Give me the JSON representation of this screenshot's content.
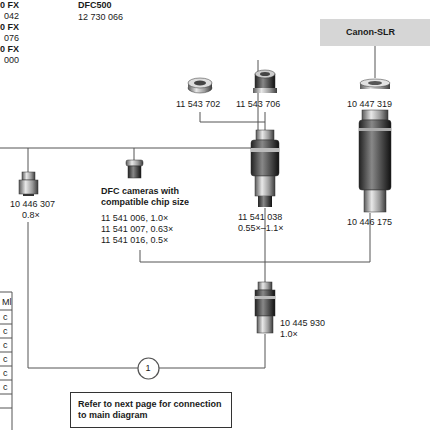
{
  "diagram": {
    "nodes": [
      {
        "text": [
          "Canon-SLR"
        ]
      },
      {
        "text": [
          "1"
        ]
      },
      {
        "text": [
          "Refer to next page for connection to main diagram"
        ]
      }
    ],
    "labels": [
      "0 FX",
      "042",
      "0 FX",
      "076",
      "0 FX",
      "000",
      "DFC500",
      "12 730 066",
      "11 543 702",
      "11 543 706",
      "10 447 319",
      "10 446 307",
      "0.8×",
      "DFC cameras with compatible chip size",
      "11 541 006, 1.0×",
      "11 541 007, 0.63×",
      "11 541 016, 0.5×",
      "11 541 038",
      "0.55×–1.1×",
      "10 446 175",
      "10 445 930",
      "1.0×",
      "Ml",
      "c",
      "c",
      "c",
      "c",
      "c",
      "c"
    ]
  }
}
